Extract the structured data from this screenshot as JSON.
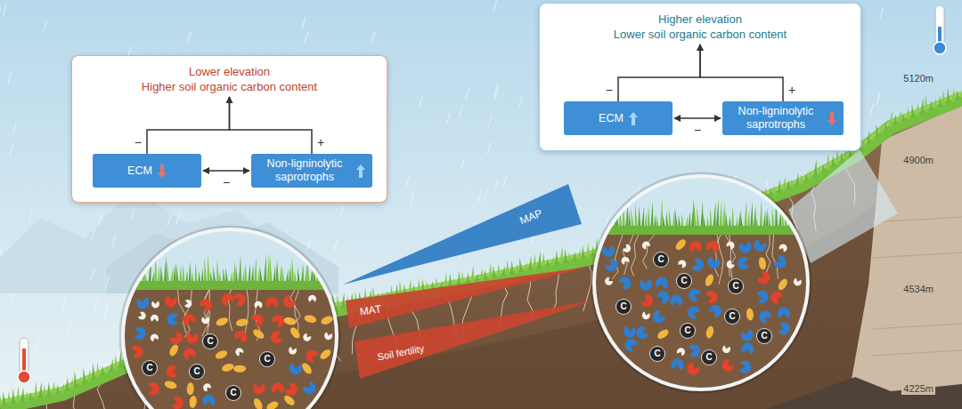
{
  "diagram": {
    "nodes": [
      {
        "text": []
      },
      {
        "text": [
          "Lower elevation",
          "Higher soil organic carbon content"
        ],
        "in": 0
      },
      {
        "text": [
          "ECM"
        ],
        "in": 0
      },
      {
        "text": [
          "Non-ligninolytic saprotrophs"
        ],
        "in": 0
      },
      {
        "text": []
      },
      {
        "text": [
          "Higher elevation",
          "Lower soil organic carbon content"
        ],
        "in": 4
      },
      {
        "text": [
          "ECM"
        ],
        "in": 4
      },
      {
        "text": [
          "Non-ligninolytic saprotrophs"
        ],
        "in": 4
      },
      {
        "text": [
          "MAP"
        ]
      },
      {
        "text": [
          "MAT"
        ]
      },
      {
        "text": [
          "Soil fertility"
        ]
      }
    ],
    "edges": [
      {
        "from": 2,
        "to": 1,
        "arrow": "to",
        "label": "−"
      },
      {
        "from": 3,
        "to": 1,
        "arrow": "to",
        "label": "+"
      },
      {
        "from": 2,
        "to": 3,
        "arrow": "both",
        "label": "−"
      },
      {
        "from": 6,
        "to": 5,
        "arrow": "to",
        "label": "−"
      },
      {
        "from": 7,
        "to": 5,
        "arrow": "to",
        "label": "+"
      },
      {
        "from": 6,
        "to": 7,
        "arrow": "both",
        "label": "−"
      }
    ],
    "labels": [
      "5120m",
      "4900m",
      "4534m",
      "4225m",
      "C",
      "C",
      "C",
      "C",
      "C",
      "C",
      "C",
      "C",
      "C",
      "C",
      "C",
      "C",
      "C",
      "C"
    ]
  }
}
